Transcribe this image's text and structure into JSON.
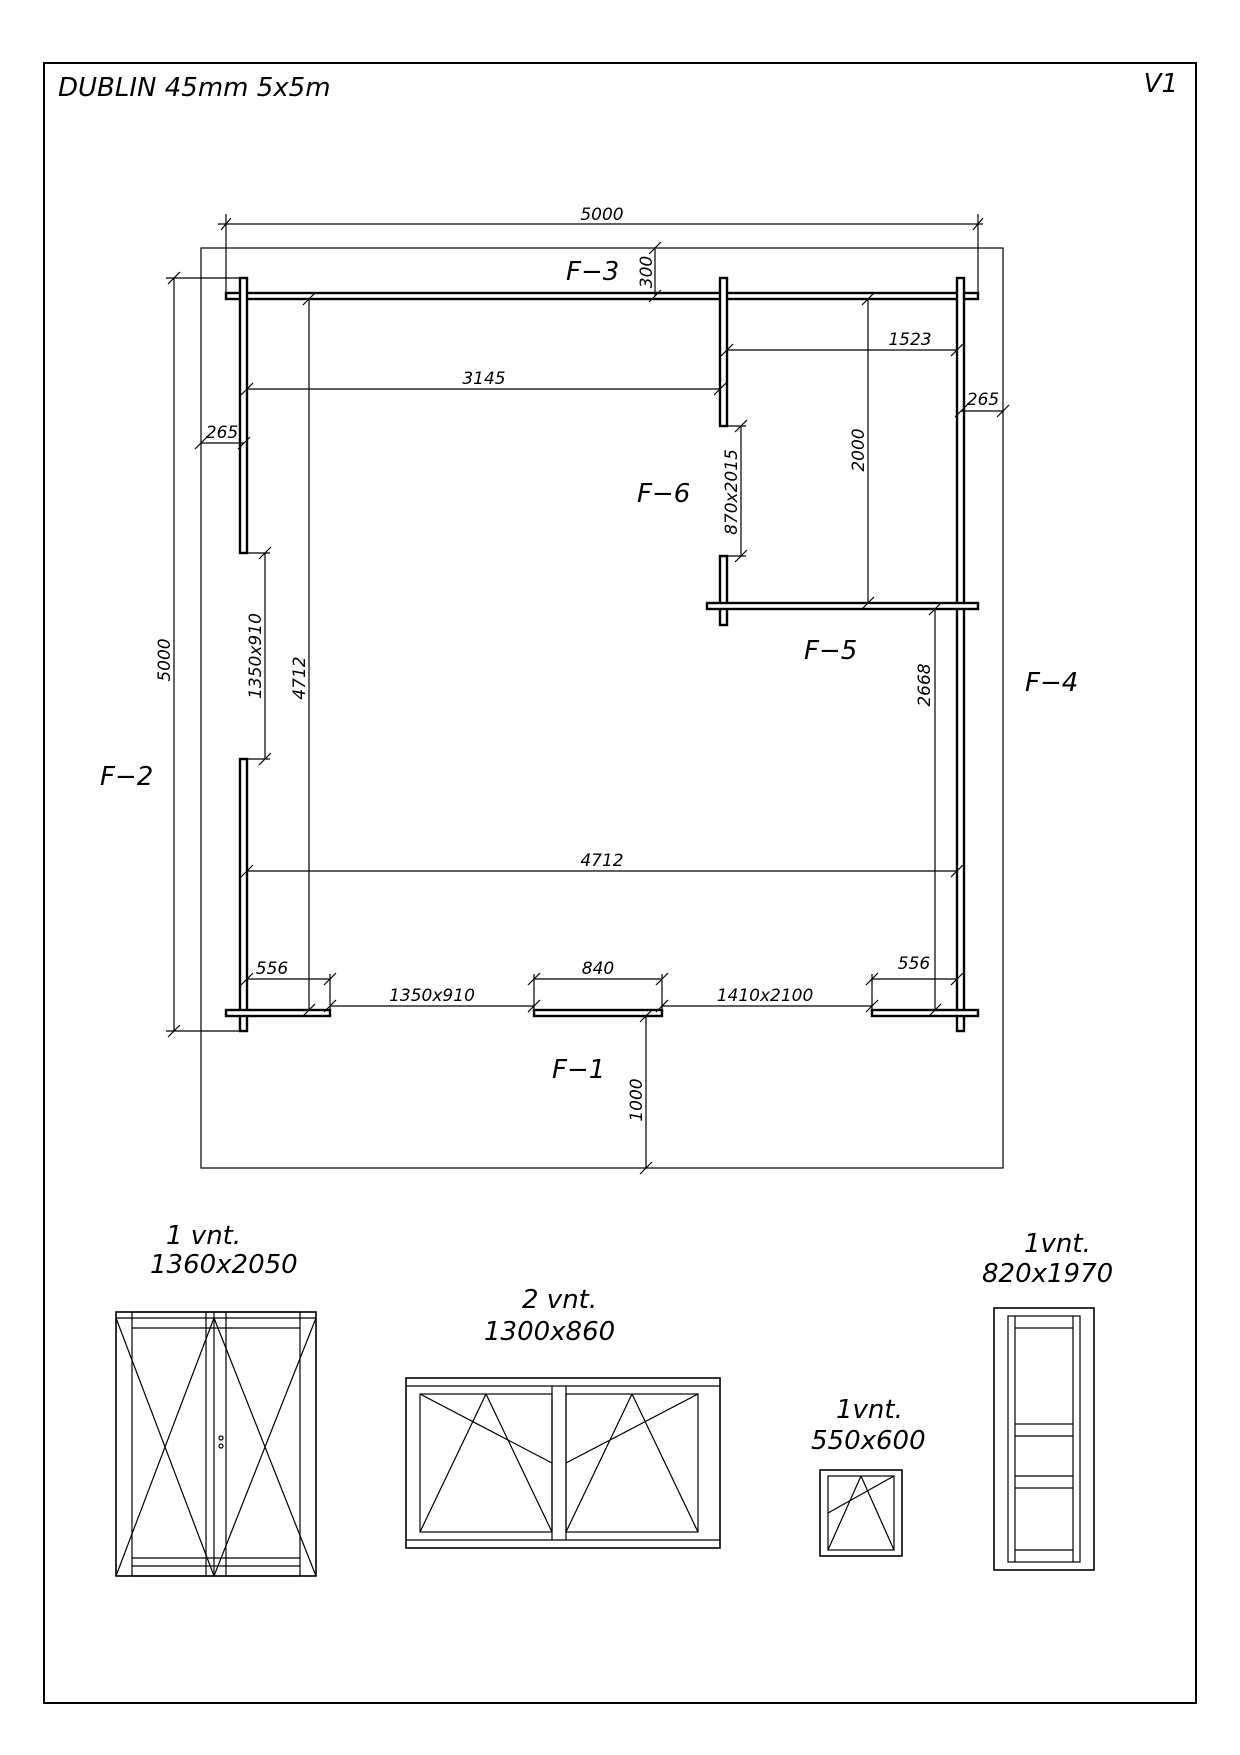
{
  "header": {
    "title": "DUBLIN  45mm  5x5m",
    "version": "V1"
  },
  "plan": {
    "labels": {
      "f1": "F−1",
      "f2": "F−2",
      "f3": "F−3",
      "f4": "F−4",
      "f5": "F−5",
      "f6": "F−6"
    },
    "dims": {
      "overall_width": "5000",
      "overall_depth": "5000",
      "roof_overhang_back": "300",
      "roof_overhang_front": "1000",
      "overhang_left": "265",
      "overhang_right": "265",
      "inner_width_back": "3145",
      "inner_width_front": "4712",
      "inner_depth_left": "4712",
      "room_width": "1523",
      "room_depth": "2000",
      "side_depth": "2668",
      "corner_left": "556",
      "corner_right": "556",
      "door_width": "840",
      "opening_left_window": "1350x910",
      "opening_side_window": "1350x910",
      "opening_front_door": "1410x2100",
      "opening_inner_door": "870x2015"
    }
  },
  "openings": [
    {
      "qty": "1  vnt.",
      "size": "1360x2050"
    },
    {
      "qty": "2  vnt.",
      "size": "1300x860"
    },
    {
      "qty": "1vnt.",
      "size": "550x600"
    },
    {
      "qty": "1vnt.",
      "size": "820x1970"
    }
  ]
}
